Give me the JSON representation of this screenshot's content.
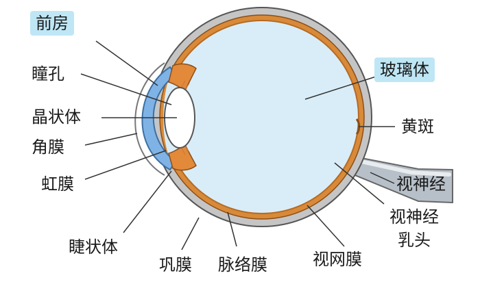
{
  "labels": {
    "anterior_chamber": "前房",
    "pupil": "瞳孔",
    "lens": "晶状体",
    "cornea": "角膜",
    "iris": "虹膜",
    "ciliary_body": "睫状体",
    "sclera": "巩膜",
    "choroid": "脉络膜",
    "retina": "视网膜",
    "vitreous": "玻璃体",
    "macula": "黄斑",
    "optic_nerve": "视神经",
    "optic_disc_line1": "视神经",
    "optic_disc_line2": "乳头"
  },
  "colors": {
    "highlight": "#bfe6f5",
    "sclera": "#c5c5c5",
    "choroid": "#d98a38",
    "vitreous": "#d9edf8",
    "cornea": "#7fb3e6",
    "lens": "#ffffff",
    "optic_nerve": "#b7c0c8",
    "leader_line": "#333333"
  }
}
